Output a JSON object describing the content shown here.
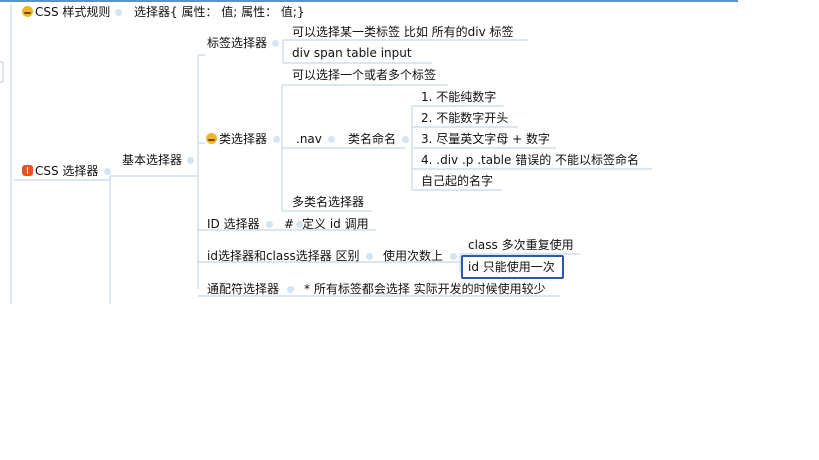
{
  "nodes": {
    "style_rule": "CSS 样式规则",
    "style_rule_syntax": "选择器{ 属性： 值;  属性： 值;}",
    "css_selector": "CSS 选择器",
    "basic_selector": "基本选择器",
    "tag_selector": "标签选择器",
    "tag_desc": "可以选择某一类标签 比如 所有的div 标签",
    "tag_examples": "div   span    table   input",
    "class_selector": "类选择器",
    "class_desc": "可以选择一个或者多个标签",
    "nav": ".nav",
    "class_naming": "类名命名",
    "naming_1": "1. 不能纯数字",
    "naming_2": "2. 不能数字开头",
    "naming_3": "3. 尽量英文字母 + 数字",
    "naming_4": "4. .div  .p  .table 错误的  不能以标签命名",
    "naming_5": "自己起的名字",
    "multi_class": "多类名选择器",
    "id_selector": "ID 选择器",
    "id_hash": "#",
    "id_desc": "定义  id 调用",
    "id_vs_class": "id选择器和class选择器 区别",
    "usage_count": "使用次数上",
    "class_usage": "class  多次重复使用",
    "id_usage": "id 只能使用一次",
    "wildcard": "通配符选择器",
    "wildcard_desc": "* 所有标签都会选择  实际开发的时候使用较少"
  },
  "colors": {
    "connector": "#c7d7e6",
    "dot": "#d6e4f2",
    "selection_border": "#2a5aa8",
    "top_border": "#5a93c8",
    "emoji": "#f0b428",
    "flag": "#e8512e"
  },
  "icons": {
    "style_rule": "smiley-icon",
    "css_selector": "flag-icon",
    "class_selector": "smiley-icon"
  },
  "selected_node": "id_usage"
}
